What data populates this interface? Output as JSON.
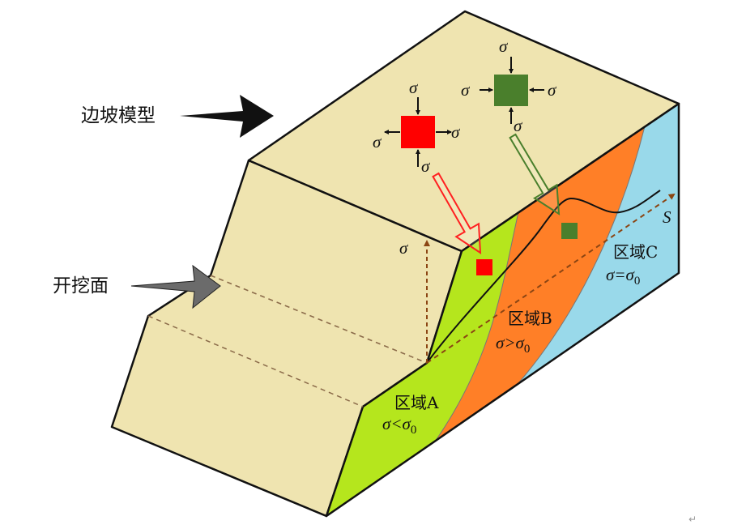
{
  "labels": {
    "slope_model": "边坡模型",
    "excavation_face": "开挖面",
    "path_label": "S",
    "vertical_stress": "σ",
    "return_mark": "↵"
  },
  "red_element": {
    "top": "σ",
    "bottom": "σ",
    "left": "σ",
    "right": "σ",
    "color": "#ff0000"
  },
  "green_element": {
    "top": "σ",
    "bottom": "σ",
    "left": "σ",
    "right": "σ",
    "color": "#4a7f2c"
  },
  "zones": [
    {
      "name": "区域A",
      "rel": "σ<σ",
      "sub": "0",
      "color": "#b5e61d"
    },
    {
      "name": "区域B",
      "rel": "σ>σ",
      "sub": "0",
      "color": "#ff7f27"
    },
    {
      "name": "区域C",
      "rel": "σ=σ",
      "sub": "0",
      "color": "#99d9ea"
    }
  ],
  "colors": {
    "model": "#efe4b0",
    "dashed": "#8b5a2b"
  }
}
